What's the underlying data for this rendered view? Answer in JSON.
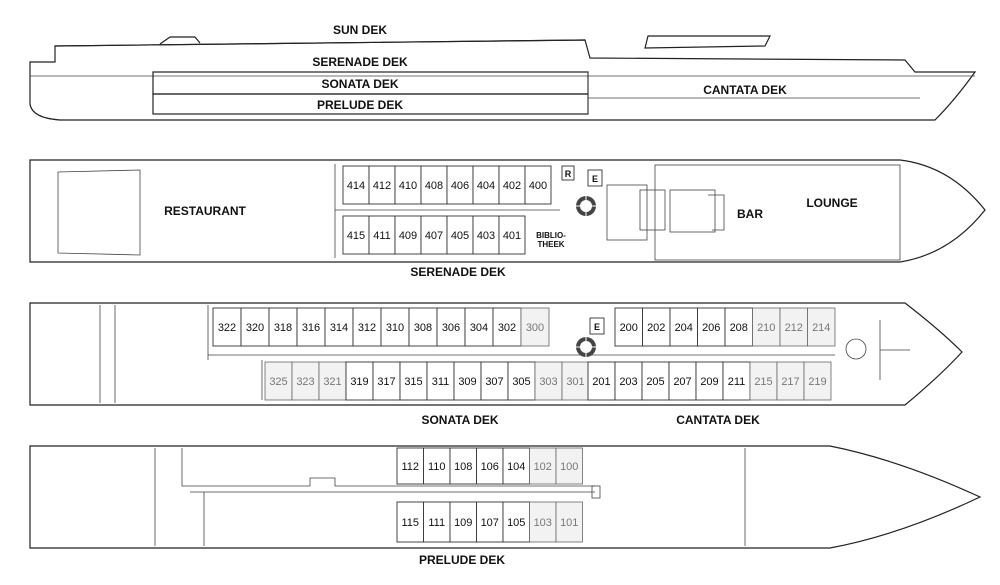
{
  "profile": {
    "sun": "SUN DEK",
    "serenade": "SERENADE DEK",
    "sonata": "SONATA DEK",
    "prelude": "PRELUDE DEK",
    "cantata": "CANTATA DEK"
  },
  "serenade_deck": {
    "title": "SERENADE DEK",
    "restaurant": "RESTAURANT",
    "lounge": "LOUNGE",
    "bar": "BAR",
    "library_line1": "BIBLIO-",
    "library_line2": "THEEK",
    "r_marker": "R",
    "e_marker": "E",
    "top_row": [
      "414",
      "412",
      "410",
      "408",
      "406",
      "404",
      "402",
      "400"
    ],
    "bottom_row": [
      "415",
      "411",
      "409",
      "407",
      "405",
      "403",
      "401"
    ]
  },
  "sonata_cantata_deck": {
    "title_sonata": "SONATA DEK",
    "title_cantata": "CANTATA DEK",
    "e_marker": "E",
    "top_row": [
      "322",
      "320",
      "318",
      "316",
      "314",
      "312",
      "310",
      "308",
      "306",
      "304",
      "302",
      "300",
      "200",
      "202",
      "204",
      "206",
      "208",
      "210",
      "212",
      "214"
    ],
    "bottom_row": [
      "325",
      "323",
      "321",
      "319",
      "317",
      "315",
      "311",
      "309",
      "307",
      "305",
      "303",
      "301",
      "201",
      "203",
      "205",
      "207",
      "209",
      "211",
      "215",
      "217",
      "219"
    ]
  },
  "prelude_deck": {
    "title": "PRELUDE DEK",
    "top_row": [
      "112",
      "110",
      "108",
      "106",
      "104",
      "102",
      "100"
    ],
    "bottom_row": [
      "115",
      "111",
      "109",
      "107",
      "105",
      "103",
      "101"
    ]
  }
}
